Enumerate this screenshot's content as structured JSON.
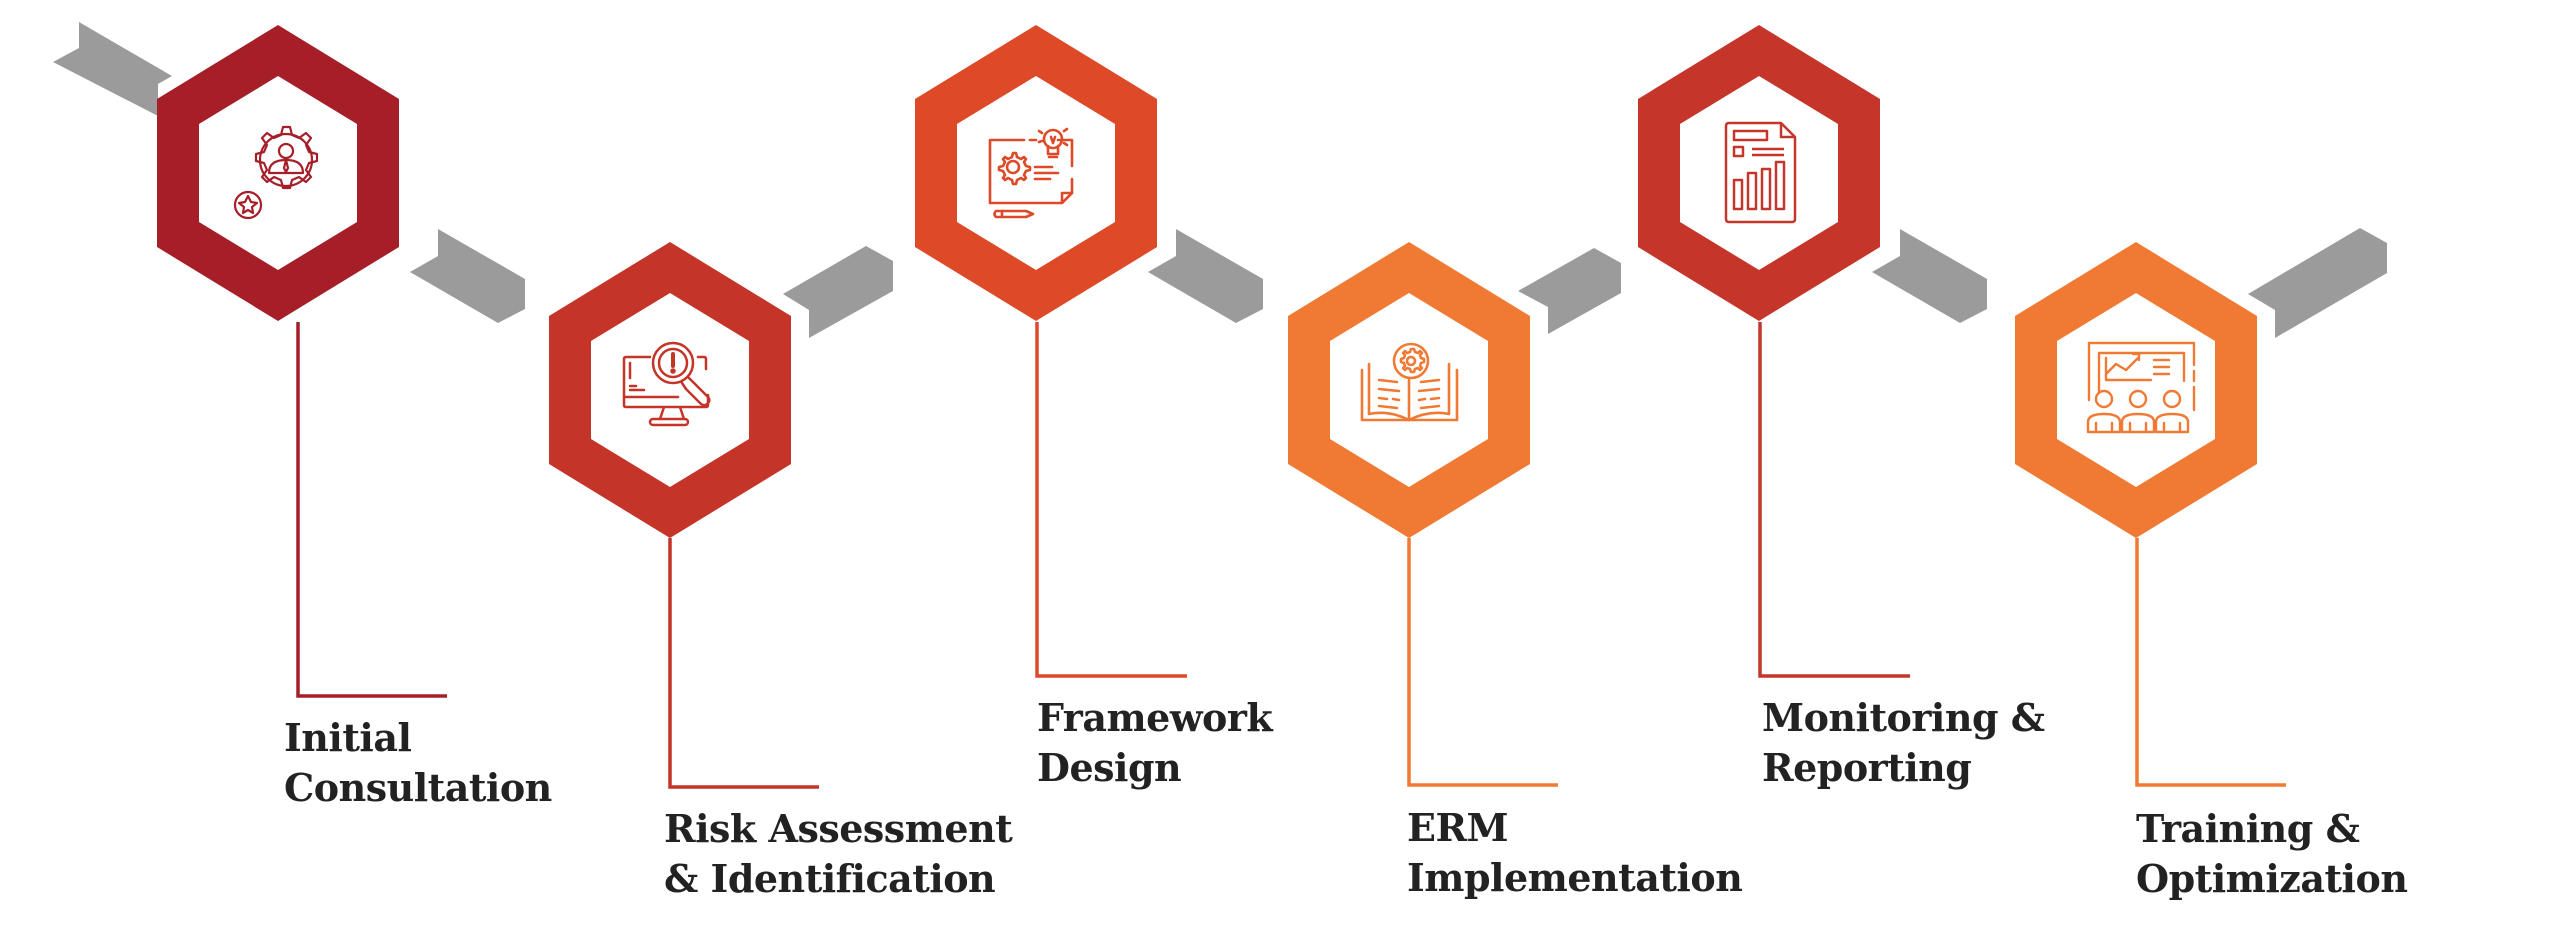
{
  "diagram": {
    "type": "process-timeline",
    "connector_color": "#9B9B9B",
    "text_color": "#222222",
    "steps": [
      {
        "index": 1,
        "title_line1": "Initial",
        "title_line2": "Consultation",
        "icon": "gear-person-star-icon",
        "color": "#A51E28",
        "row": "top"
      },
      {
        "index": 2,
        "title_line1": "Risk Assessment",
        "title_line2": "& Identification",
        "icon": "monitor-magnifier-alert-icon",
        "color": "#C43428",
        "row": "bottom"
      },
      {
        "index": 3,
        "title_line1": "Framework",
        "title_line2": "Design",
        "icon": "blueprint-gear-lightbulb-icon",
        "color": "#DE4A27",
        "row": "top"
      },
      {
        "index": 4,
        "title_line1": "ERM",
        "title_line2": "Implementation",
        "icon": "book-gear-icon",
        "color": "#F07A33",
        "row": "bottom"
      },
      {
        "index": 5,
        "title_line1": "Monitoring &",
        "title_line2": "Reporting",
        "icon": "report-bar-chart-icon",
        "color": "#C5352A",
        "row": "top"
      },
      {
        "index": 6,
        "title_line1": "Training &",
        "title_line2": "Optimization",
        "icon": "presentation-audience-icon",
        "color": "#F07A33",
        "row": "bottom"
      }
    ]
  }
}
